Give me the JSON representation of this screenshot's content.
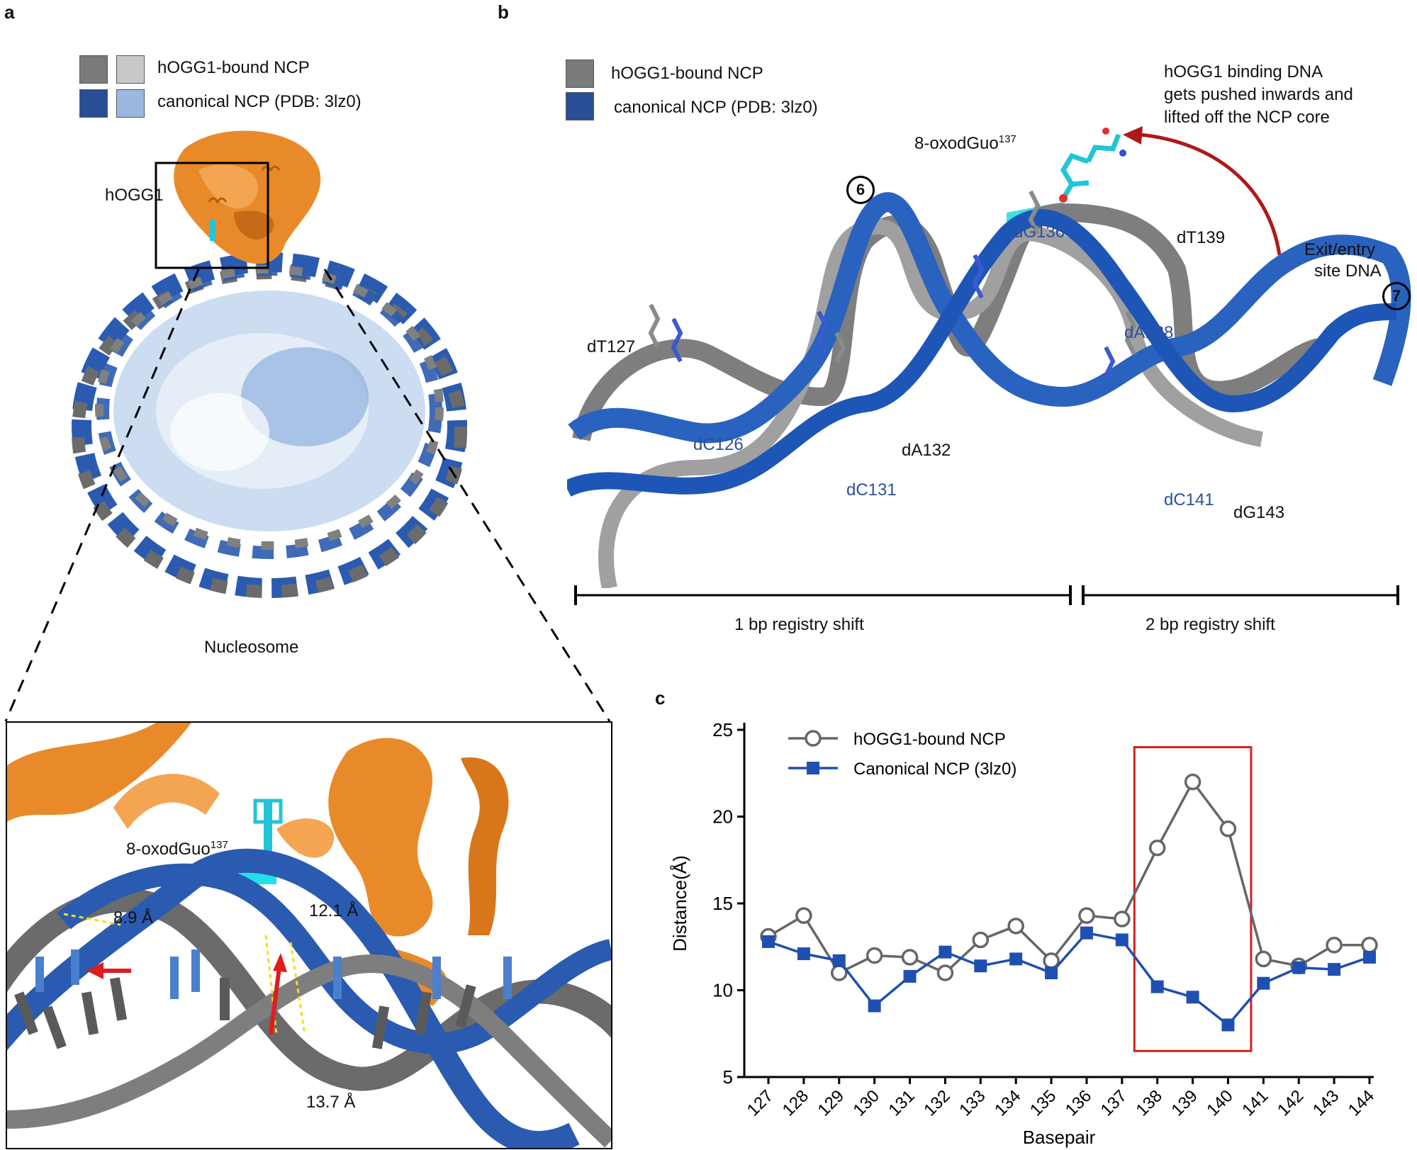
{
  "panel_a": {
    "letter": "a",
    "legend": [
      {
        "label": "hOGG1-bound NCP",
        "colors": [
          "#7a7a7a",
          "#c8c8c8"
        ]
      },
      {
        "label": "canonical NCP (PDB: 3lz0)",
        "colors": [
          "#2a4e96",
          "#9ab8e0"
        ]
      }
    ],
    "protein_label": "hOGG1",
    "caption": "Nucleosome",
    "inset": {
      "lesion_label": "8-oxodGuo",
      "lesion_sup": "137",
      "distances": [
        "8.9 Å",
        "12.1 Å",
        "13.7 Å"
      ]
    }
  },
  "panel_b": {
    "letter": "b",
    "legend": [
      {
        "label": "hOGG1-bound NCP",
        "color": "#7a7a7a"
      },
      {
        "label": "canonical NCP (PDB: 3lz0)",
        "color": "#2a4e96"
      }
    ],
    "annotation": [
      "hOGG1 binding DNA",
      "gets pushed inwards and",
      "lifted off the NCP core"
    ],
    "lesion_label": "8-oxodGuo",
    "lesion_sup": "137",
    "markers": [
      "6",
      "7"
    ],
    "exit_label": [
      "Exit/entry",
      "site DNA"
    ],
    "residues_black": [
      "dT127",
      "dA132",
      "dT139",
      "dG143"
    ],
    "residues_blue": [
      "dC126",
      "dC131",
      "dG136",
      "dA138",
      "dC141"
    ],
    "shift_labels": [
      "1 bp registry shift",
      "2 bp registry shift"
    ]
  },
  "panel_c": {
    "letter": "c",
    "chart_data": {
      "type": "line",
      "xlabel": "Basepair",
      "ylabel": "Distance(Å)",
      "x": [
        "127",
        "128",
        "129",
        "130",
        "131",
        "132",
        "133",
        "134",
        "135",
        "136",
        "137",
        "138",
        "139",
        "140",
        "141",
        "142",
        "143",
        "144"
      ],
      "ylim": [
        5,
        25
      ],
      "yticks": [
        "5",
        "10",
        "15",
        "20",
        "25"
      ],
      "series": [
        {
          "name": "hOGG1-bound NCP",
          "color": "#666666",
          "marker": "circle-open",
          "values": [
            13.1,
            14.3,
            11.0,
            12.0,
            11.9,
            11.0,
            12.9,
            13.7,
            11.7,
            14.3,
            14.1,
            18.2,
            22.0,
            19.3,
            11.8,
            11.4,
            12.6,
            12.6
          ]
        },
        {
          "name": "Canonical NCP (3lz0)",
          "color": "#1f4fb0",
          "marker": "square",
          "values": [
            12.8,
            12.1,
            11.7,
            9.1,
            10.8,
            12.2,
            11.4,
            11.8,
            11.0,
            13.3,
            12.9,
            10.2,
            9.6,
            8.0,
            10.4,
            11.3,
            11.2,
            11.9
          ]
        }
      ],
      "highlight_range": [
        "138",
        "140"
      ],
      "highlight_color": "#d32020",
      "legend_position": "top-left"
    }
  }
}
